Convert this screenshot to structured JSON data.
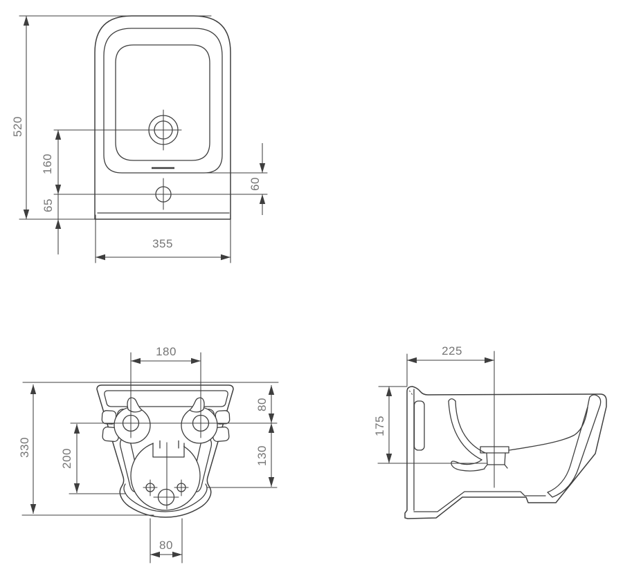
{
  "document": {
    "type": "technical-dimension-drawing",
    "subject": "wall-hung square bidet, three orthographic views"
  },
  "colors": {
    "background": "#ffffff",
    "line": "#3e3e3e",
    "dim_label": "#757575"
  },
  "drawing_labels": {
    "top_view": {
      "overall_depth": "520",
      "faucet_to_mount_hole": "160",
      "mount_hole_to_back": "65",
      "rim_to_mount_hole": "60",
      "overall_width": "355"
    },
    "rear_view": {
      "mount_hole_spacing": "180",
      "overall_height": "330",
      "holes_to_lower_line": "200",
      "top_to_holes": "80",
      "holes_to_fixing_line": "130",
      "fixing_hole_spacing": "80"
    },
    "side_view": {
      "wall_to_drain_center": "225",
      "mounting_face_height": "175"
    }
  }
}
